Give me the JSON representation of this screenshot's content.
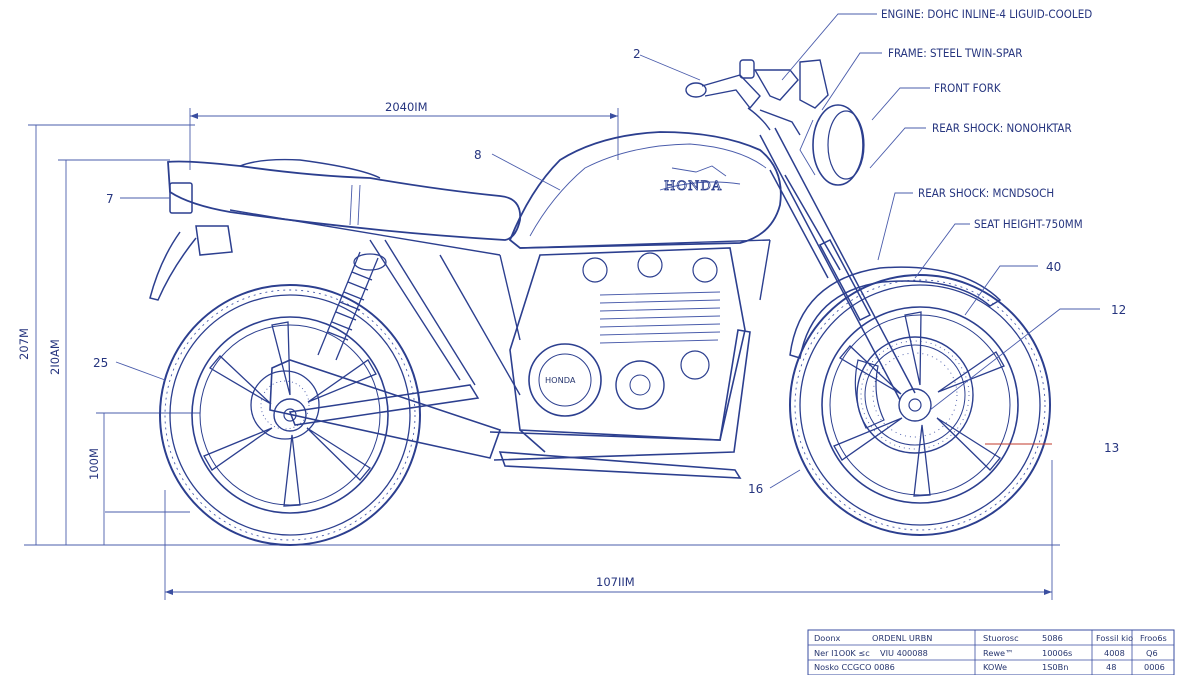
{
  "callouts": {
    "engine": "ENGINE: DOHC INLINE-4 LIGUID-COOLED",
    "frame": "FRAME: STEEL TWIN-SPAR",
    "front_fork": "FRONT FORK",
    "rear_shock_1": "REAR SHOCK: NONOHKTAR",
    "rear_shock_2": "REAR SHOCK: MCNDSOCH",
    "seat_height": "SEAT HEIGHT-750MM"
  },
  "numbers": {
    "n2": "2",
    "n8": "8",
    "n7": "7",
    "n25": "25",
    "n40": "40",
    "n12": "12",
    "n13": "13",
    "n16": "16"
  },
  "dimensions": {
    "top_length": "2040IM",
    "overall_height": "207M",
    "seat_height_dim": "2I0AM",
    "ground_dim": "100M",
    "wheelbase": "107IIM"
  },
  "brand": {
    "tank_logo": "HONDA",
    "engine_case": "HONDA"
  },
  "title_block": {
    "rows": [
      [
        "Doonx",
        "ORDENL URBN",
        "Stuorosc",
        "5086",
        "Fossil kio",
        "Froo6s"
      ],
      [
        "Ner  I1O0K ≤c",
        "VIU 400088",
        "Rewe™",
        "10006s",
        "4008",
        "Q6"
      ],
      [
        "Nosko  CCGCO 0086",
        "",
        "KOWe",
        "1S0Bn",
        "48",
        "0006"
      ]
    ]
  }
}
